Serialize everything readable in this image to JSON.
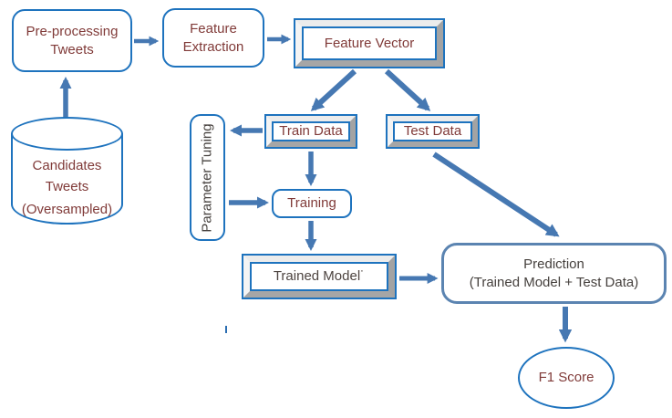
{
  "diagram": {
    "type": "flowchart",
    "background": "#FFFFFF",
    "colors": {
      "node_border_blue": "#1E73BE",
      "prediction_border_blue": "#5B84B1",
      "arrow_blue": "#4678B2",
      "bevel_highlight": "#F2F2F2",
      "bevel_shadow": "#A3A3A3",
      "text_maroon": "#803A38",
      "text_dark_gray": "#46413E"
    },
    "nodes": {
      "preprocessing": {
        "shape": "rounded-rect",
        "lines": [
          "Pre-processing",
          "Tweets"
        ]
      },
      "feature_extraction": {
        "shape": "rounded-rect",
        "lines": [
          "Feature",
          "Extraction"
        ]
      },
      "feature_vector": {
        "shape": "bevel-3d",
        "label": "Feature Vector"
      },
      "candidates": {
        "shape": "cylinder",
        "lines": [
          "Candidates",
          "Tweets",
          "(Oversampled)"
        ]
      },
      "parameter_tuning": {
        "shape": "rounded-rect-vertical-text",
        "label": "Parameter Tuning"
      },
      "train_data": {
        "shape": "bevel-3d",
        "label": "Train Data"
      },
      "test_data": {
        "shape": "bevel-3d",
        "label": "Test Data"
      },
      "training": {
        "shape": "rounded-rect",
        "label": "Training"
      },
      "trained_model": {
        "shape": "bevel-3d",
        "label": "Trained Model˙"
      },
      "prediction": {
        "shape": "rounded-rect",
        "lines": [
          "Prediction",
          "(Trained Model + Test Data)"
        ]
      },
      "f1_score": {
        "shape": "ellipse",
        "label": "F1 Score"
      }
    },
    "edges": [
      {
        "from": "candidates",
        "to": "preprocessing"
      },
      {
        "from": "preprocessing",
        "to": "feature_extraction"
      },
      {
        "from": "feature_extraction",
        "to": "feature_vector"
      },
      {
        "from": "feature_vector",
        "to": "train_data"
      },
      {
        "from": "feature_vector",
        "to": "test_data"
      },
      {
        "from": "train_data",
        "to": "parameter_tuning"
      },
      {
        "from": "parameter_tuning",
        "to": "training"
      },
      {
        "from": "train_data",
        "to": "training"
      },
      {
        "from": "training",
        "to": "trained_model"
      },
      {
        "from": "trained_model",
        "to": "prediction"
      },
      {
        "from": "test_data",
        "to": "prediction"
      },
      {
        "from": "prediction",
        "to": "f1_score"
      }
    ]
  }
}
